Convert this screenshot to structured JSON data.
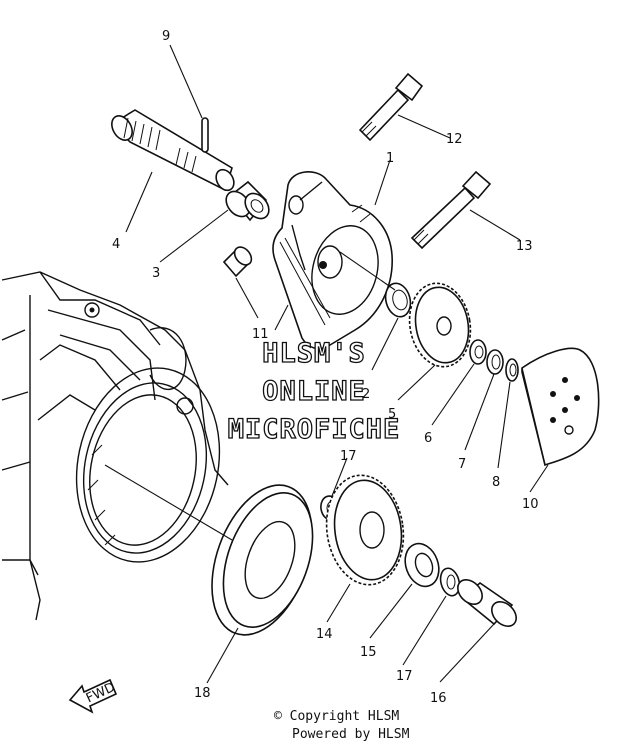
{
  "diagram": {
    "part_labels": [
      {
        "id": "p1",
        "text": "1"
      },
      {
        "id": "p2",
        "text": "2"
      },
      {
        "id": "p3",
        "text": "3"
      },
      {
        "id": "p4",
        "text": "4"
      },
      {
        "id": "p5",
        "text": "5"
      },
      {
        "id": "p6",
        "text": "6"
      },
      {
        "id": "p7",
        "text": "7"
      },
      {
        "id": "p8",
        "text": "8"
      },
      {
        "id": "p9",
        "text": "9"
      },
      {
        "id": "p10",
        "text": "10"
      },
      {
        "id": "p11",
        "text": "11"
      },
      {
        "id": "p12",
        "text": "12"
      },
      {
        "id": "p13",
        "text": "13"
      },
      {
        "id": "p14",
        "text": "14"
      },
      {
        "id": "p15",
        "text": "15"
      },
      {
        "id": "p16",
        "text": "16"
      },
      {
        "id": "p17a",
        "text": "17"
      },
      {
        "id": "p17b",
        "text": "17"
      },
      {
        "id": "p18",
        "text": "18"
      }
    ],
    "fwd_label": "FWD"
  },
  "watermark": {
    "line1": "HLSM'S",
    "line2": "ONLINE",
    "line3": "MICROFICHE"
  },
  "footer": {
    "copyright": "© Copyright HLSM",
    "powered": "Powered by HLSM"
  }
}
